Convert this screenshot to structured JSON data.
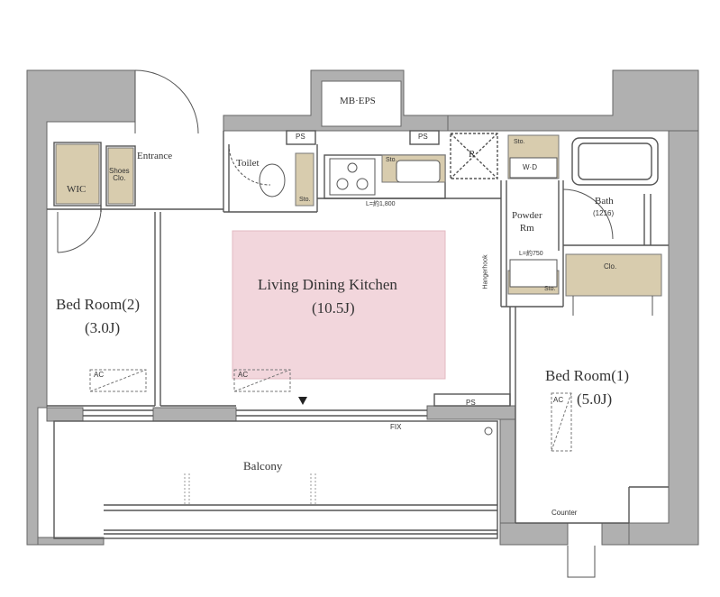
{
  "rooms": {
    "mb_eps": "MB·EPS",
    "entrance": "Entrance",
    "toilet": "Toilet",
    "wic": "WIC",
    "shoes_closet": "Shoes\nClo.",
    "ldk_name": "Living Dining Kitchen",
    "ldk_size": "(10.5J)",
    "bedroom2_name": "Bed Room(2)",
    "bedroom2_size": "(3.0J)",
    "bedroom1_name": "Bed Room(1)",
    "bedroom1_size": "(5.0J)",
    "powder_room": "Powder\nRm",
    "bath": "Bath",
    "bath_size": "(1216)",
    "balcony": "Balcony",
    "closet": "Clo."
  },
  "fixtures": {
    "ps_1": "PS",
    "ps_2": "PS",
    "ps_3": "PS",
    "refrigerator": "R",
    "storage_toilet": "Sto.",
    "storage_kitchen": "Sto.",
    "storage_laundry": "Sto.",
    "storage_powder": "Sto.",
    "washer_dryer": "W·D",
    "kitchen_length": "L=約1,800",
    "vanity_length": "L=約750",
    "hanger_hook": "Hangerhook",
    "ac_1": "AC",
    "ac_2": "AC",
    "ac_3": "AC",
    "fix_window": "FIX",
    "counter": "Counter"
  },
  "colors": {
    "wall": "#b0b0b0",
    "wall_edge": "#666666",
    "ldk_highlight": "#f2d6dc",
    "storage_fill": "#d8ccae",
    "line": "#555555"
  }
}
